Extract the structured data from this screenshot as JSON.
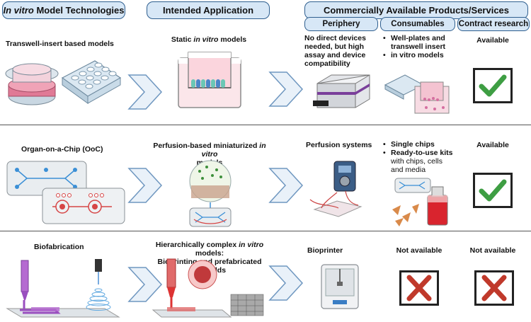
{
  "headers": {
    "col1_em": "In vitro",
    "col1_rest": " Model Technologies",
    "col2": "Intended Application",
    "col3": "Commercially Available Products/Services"
  },
  "subheaders": {
    "periphery": "Periphery",
    "consumables": "Consumables",
    "contract": "Contract research"
  },
  "row1": {
    "technology": "Transwell-insert based models",
    "app_pre": "Static ",
    "app_em": "in vitro",
    "app_post": " models",
    "periphery_lines": [
      "No direct devices",
      "needed, but high",
      "assay and device",
      "compatibility"
    ],
    "consumables_items": [
      [
        "Well-plates and",
        "transwell insert"
      ],
      [
        "in vitro models"
      ]
    ],
    "contract": "Available"
  },
  "row2": {
    "technology": "Organ-on-a-Chip (OoC)",
    "app_line1_pre": "Perfusion-based miniaturized ",
    "app_line1_em": "in vitro",
    "app_line2": "models",
    "periphery": "Perfusion systems",
    "item1": "Single chips",
    "item2_bold": "Ready-to-use kits",
    "item2_rest_lines": [
      "with chips, cells",
      "and media"
    ],
    "contract": "Available"
  },
  "row3": {
    "technology": "Biofabrication",
    "app_line1_pre": "Hierarchically complex ",
    "app_line1_em": "in vitro",
    "app_line1_post": " models:",
    "app_line2": "Bioprinting and prefabricated scaffolds",
    "periphery": "Bioprinter",
    "consumables": "Not available",
    "contract": "Not available"
  },
  "colors": {
    "header_fill": "#d7e7f6",
    "header_border": "#2f5f8f",
    "chevron_fill": "#e9f1f9",
    "chevron_stroke": "#6f97c0",
    "check": "#3e9e43",
    "cross": "#c0392b"
  },
  "icons": [
    "transwell-icon",
    "well-plate-icon",
    "plate-reader-icon",
    "chip-icon",
    "perfusion-pump-icon",
    "bioprinter-icon",
    "check-icon",
    "cross-icon",
    "chevron-arrow-icon"
  ]
}
